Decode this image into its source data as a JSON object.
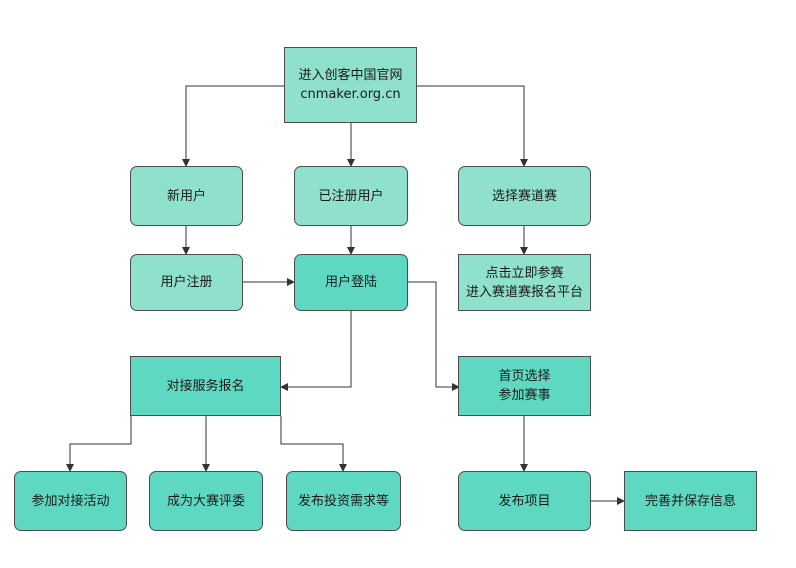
{
  "diagram": {
    "nodes": {
      "top": "进入创客中国官网\ncnmaker.org.cn",
      "new_user": "新用户",
      "registered_user": "已注册用户",
      "select_track": "选择赛道赛",
      "user_register": "用户注册",
      "user_login": "用户登陆",
      "track_platform": "点击立即参赛\n进入赛道赛报名平台",
      "matchmaking_signup": "对接服务报名",
      "home_select": "首页选择\n参加赛事",
      "join_matchmaking": "参加对接活动",
      "become_judge": "成为大赛评委",
      "publish_investment": "发布投资需求等",
      "publish_project": "发布项目",
      "save_info": "完善并保存信息"
    }
  }
}
